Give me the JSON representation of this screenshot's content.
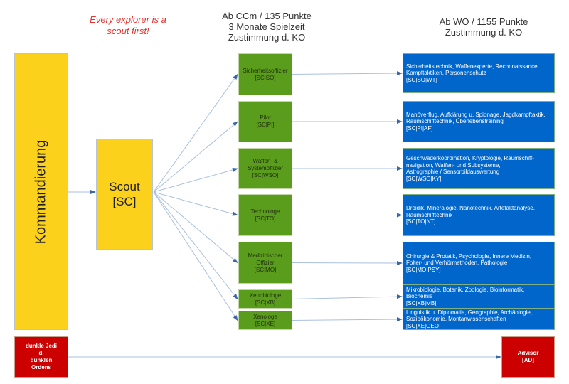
{
  "headers": {
    "motto": [
      "Every explorer is a",
      "scout first!"
    ],
    "specialist_requirements": [
      "Ab CCm / 135 Punkte",
      "3 Monate Spielzeit",
      "Zustimmung d. KO"
    ],
    "expert_requirements": [
      "Ab WO / 1155 Punkte",
      "Zustimmung d. KO"
    ]
  },
  "colors": {
    "command": "#fcd11c",
    "specialization": "#5a9c1b",
    "expertise": "#0066cc",
    "dark": "#cc0000",
    "connector": "#3a66aa",
    "motto": "#e8322e"
  },
  "command": {
    "label": "Kommandierung"
  },
  "scout": {
    "lines": [
      "Scout",
      "[SC]"
    ]
  },
  "specializations": [
    {
      "lines": [
        "Sicherheitsoffizier",
        "[SC|SO]"
      ]
    },
    {
      "lines": [
        "Pilot",
        "[SC|PI]"
      ]
    },
    {
      "lines": [
        "Waffen- &",
        "Systemoffizier",
        "[SC|WSO]"
      ]
    },
    {
      "lines": [
        "Technologe",
        "[SC|TO]"
      ]
    },
    {
      "lines": [
        "Medizinischer",
        "Offizier",
        "[SC|MO]"
      ]
    },
    {
      "lines": [
        "Xenobiologe",
        "[SC|XB]"
      ]
    },
    {
      "lines": [
        "Xenologe",
        "[SC|XE]"
      ]
    }
  ],
  "expertises": [
    {
      "lines": [
        "Sicherheitstechnik, Waffenexperte, Reconnaissance,",
        "Kampftaktiken, Personenschutz",
        "[SC|SO|WT]"
      ]
    },
    {
      "lines": [
        "Manöverflug, Aufklärung u. Spionage, Jagdkampftaktik,",
        "Raumschifftechnik, Überlebenstraining",
        "[SC|PI|AF]"
      ]
    },
    {
      "lines": [
        "Geschwaderkoordination, Kryptologie, Raumschiff-",
        "navigation, Waffen- und Subsysteme,",
        "Astrographie / Sensorbildauswertung",
        "[SC|WSO|KY]"
      ]
    },
    {
      "lines": [
        "Droidik, Mineralogie, Nanotechnik, Artefaktanalyse,",
        "Raumschifftechnik",
        "[SC|TO|NT]"
      ]
    },
    {
      "lines": [
        "Chirurgie & Protetik, Psychologie, Innere Medizin,",
        "Folter- und Verhörmethoden, Pathologie",
        "[SC|MO|PSY]"
      ]
    },
    {
      "lines": [
        "Mikrobiologie, Botanik, Zoologie, Bioinformatik,",
        "Biochemie",
        "[SC|XB|MB]"
      ]
    },
    {
      "lines": [
        "Linguistik u. Diplomatie, Geographie, Archäologie,",
        "Sozioökonomie, Montanwissenschaften",
        "[SC|XE|GEO]"
      ]
    }
  ],
  "dark_order": {
    "lines": [
      "dunkle Jedi",
      "d.",
      "dunklen",
      "Ordens"
    ]
  },
  "advisor": {
    "lines": [
      "Advisor",
      "[AD]"
    ]
  }
}
